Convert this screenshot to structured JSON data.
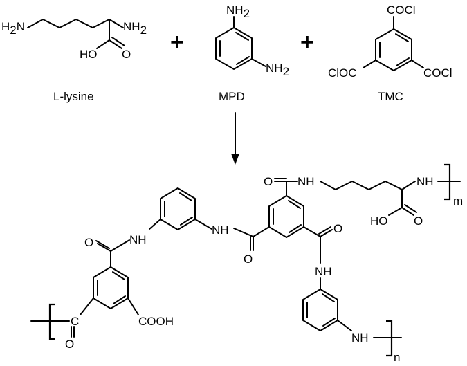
{
  "reactants": {
    "lysine": {
      "name_italic": "L",
      "name_rest": "-lysine",
      "nh2_left": "H",
      "nh2_left_sub": "2",
      "nh2_left_n": "N",
      "nh2_right": "NH",
      "nh2_right_sub": "2",
      "ho": "HO",
      "o": "O"
    },
    "plus1": "+",
    "mpd": {
      "name": "MPD",
      "nh2_top": "NH",
      "nh2_top_sub": "2",
      "nh2_bottom": "NH",
      "nh2_bottom_sub": "2"
    },
    "plus2": "+",
    "tmc": {
      "name": "TMC",
      "cocl_top": "COCl",
      "cocl_left": "ClOC",
      "cocl_right": "COCl"
    }
  },
  "product": {
    "o_top_right": "O",
    "nh_top_right": "NH",
    "nh_lys_alpha": "NH",
    "bracket_m": "m",
    "ho": "HO",
    "o_lys": "O",
    "o_left_amide": "O",
    "nh_left_amide": "NH",
    "nh_center": "NH",
    "o_center": "O",
    "o_right_amide": "O",
    "nh_right_amide": "NH",
    "nh_bottom": "NH",
    "bracket_n": "n",
    "cooh": "COOH",
    "c_left": "C",
    "o_left_bottom": "O"
  }
}
